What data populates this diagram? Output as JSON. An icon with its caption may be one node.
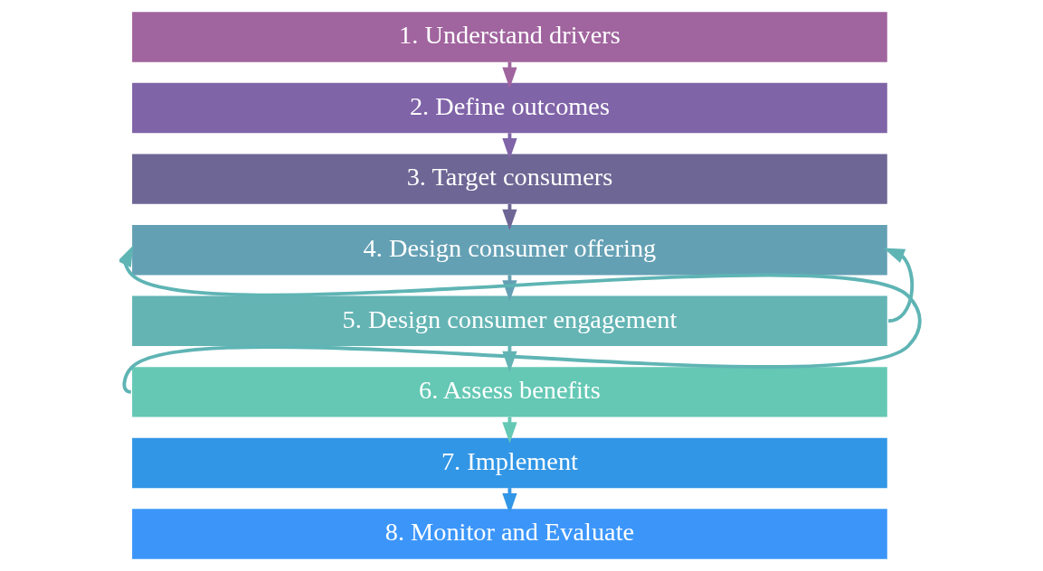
{
  "diagram": {
    "nodes": [
      {
        "text": [
          "1. Understand drivers"
        ]
      },
      {
        "text": [
          "2. Define outcomes"
        ]
      },
      {
        "text": [
          "3. Target consumers"
        ]
      },
      {
        "text": [
          "4. Design consumer offering"
        ]
      },
      {
        "text": [
          "5. Design consumer engagement"
        ]
      },
      {
        "text": [
          "6. Assess benefits"
        ]
      },
      {
        "text": [
          "7. Implement"
        ]
      },
      {
        "text": [
          "8. Monitor and Evaluate"
        ]
      }
    ],
    "edges": [
      {
        "from": 0,
        "to": 1,
        "arrow": "to",
        "color": "#a0649e"
      },
      {
        "from": 1,
        "to": 2,
        "arrow": "to",
        "color": "#8064a8"
      },
      {
        "from": 2,
        "to": 3,
        "arrow": "to",
        "color": "#6e6694"
      },
      {
        "from": 3,
        "to": 4,
        "arrow": "to",
        "color": "#64a0b4"
      },
      {
        "from": 4,
        "to": 5,
        "arrow": "to",
        "color": "#64b4b4"
      },
      {
        "from": 5,
        "to": 6,
        "arrow": "to",
        "color": "#64c8b4"
      },
      {
        "from": 6,
        "to": 7,
        "arrow": "to",
        "color": "#3296e6"
      },
      {
        "from": 5,
        "to": 3,
        "arrow": "to",
        "color": "#5fb4b4"
      },
      {
        "from": 4,
        "to": 3,
        "arrow": "to",
        "color": "#5fb4b4"
      }
    ]
  }
}
